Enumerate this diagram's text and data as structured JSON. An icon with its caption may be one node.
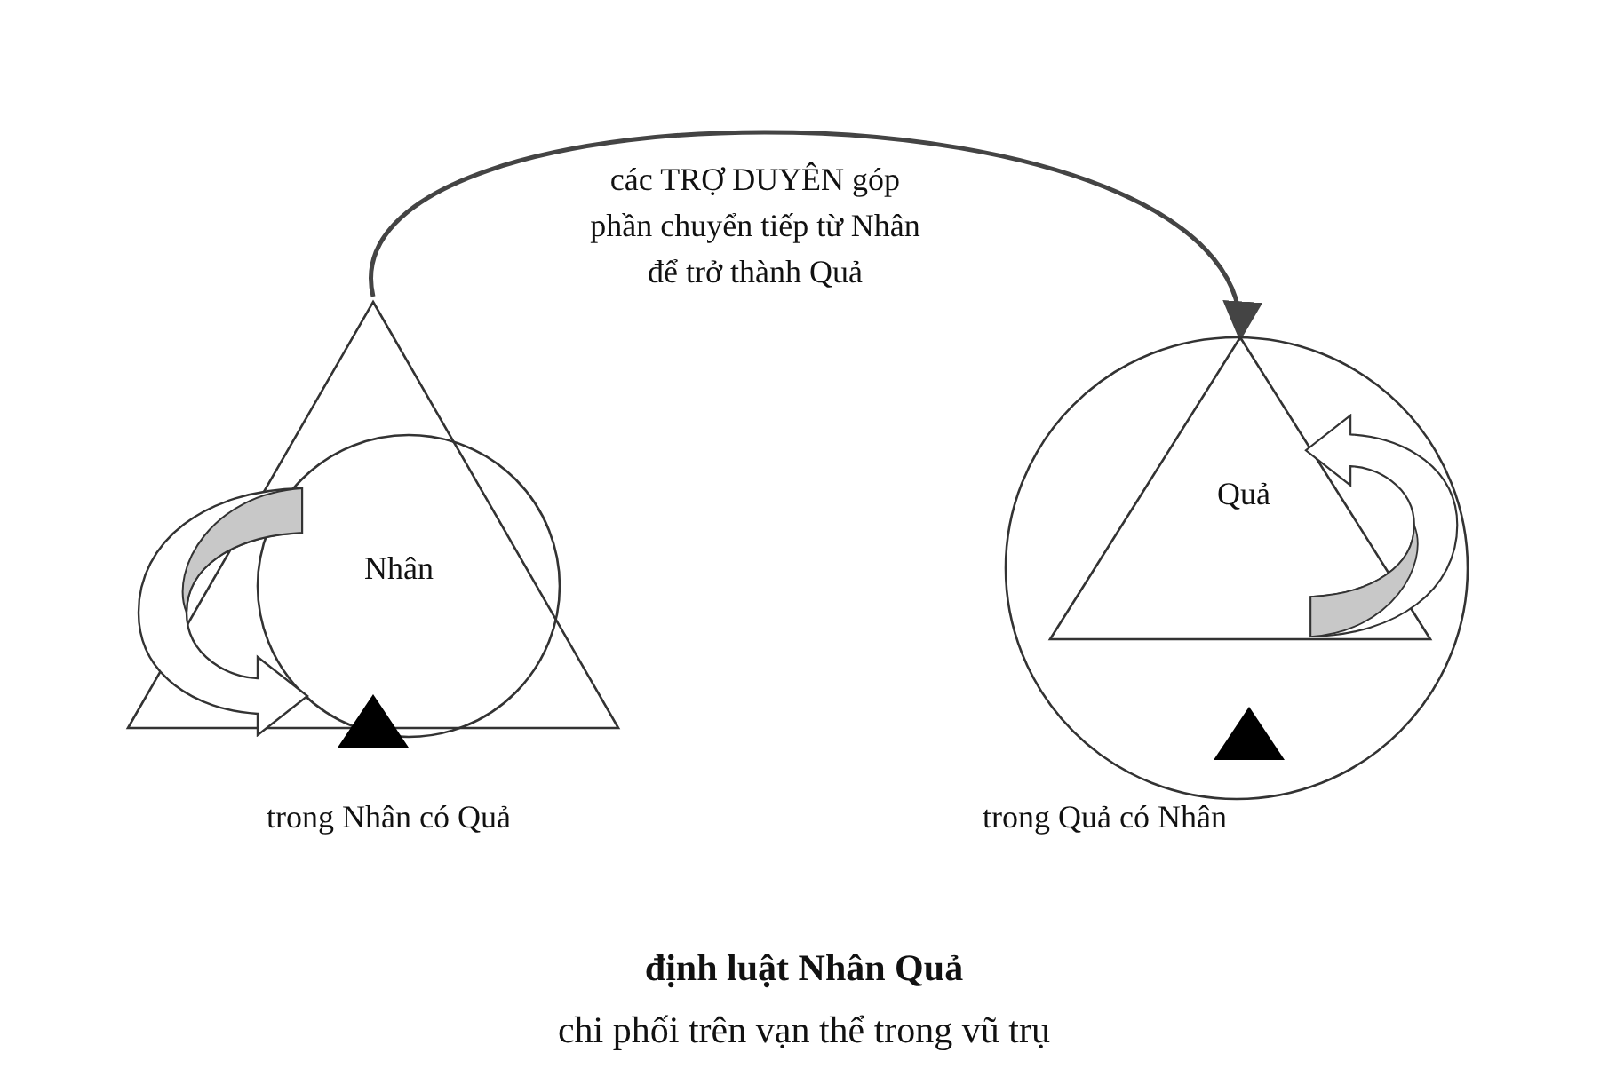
{
  "diagram": {
    "title": "định luật Nhân Quả",
    "caption": "chi phối trên vạn thể trong vũ trụ",
    "nodes": [
      {
        "text": [
          "Nhân"
        ],
        "beside": [
          "trong Nhân có Quả"
        ]
      },
      {
        "text": [
          "Quả"
        ],
        "beside": [
          "trong Quả có Nhân"
        ]
      }
    ],
    "edges": [
      {
        "from": 0,
        "to": 1,
        "arrow": "to",
        "label": "các TRỢ DUYÊN góp phần chuyển tiếp từ Nhân để trở thành Quả"
      }
    ]
  }
}
